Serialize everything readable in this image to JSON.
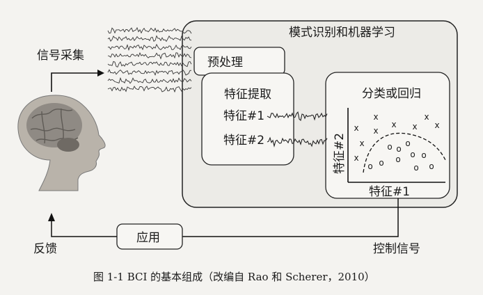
{
  "labels": {
    "signal_acquisition": "信号采集",
    "pattern_recognition": "模式识别和机器学习",
    "preprocessing": "预处理",
    "feature_extraction": "特征提取",
    "feature1": "特征#1",
    "feature2": "特征#2",
    "classification": "分类或回归",
    "plot_y_axis": "特征#2",
    "plot_x_axis": "特征#1",
    "application": "应用",
    "feedback": "反馈",
    "control_signal": "控制信号"
  },
  "caption": "图 1-1   BCI 的基本组成（改编自 Rao 和 Scherer，2010）",
  "scatter": {
    "class_x_marker": "x",
    "class_o_marker": "o"
  }
}
